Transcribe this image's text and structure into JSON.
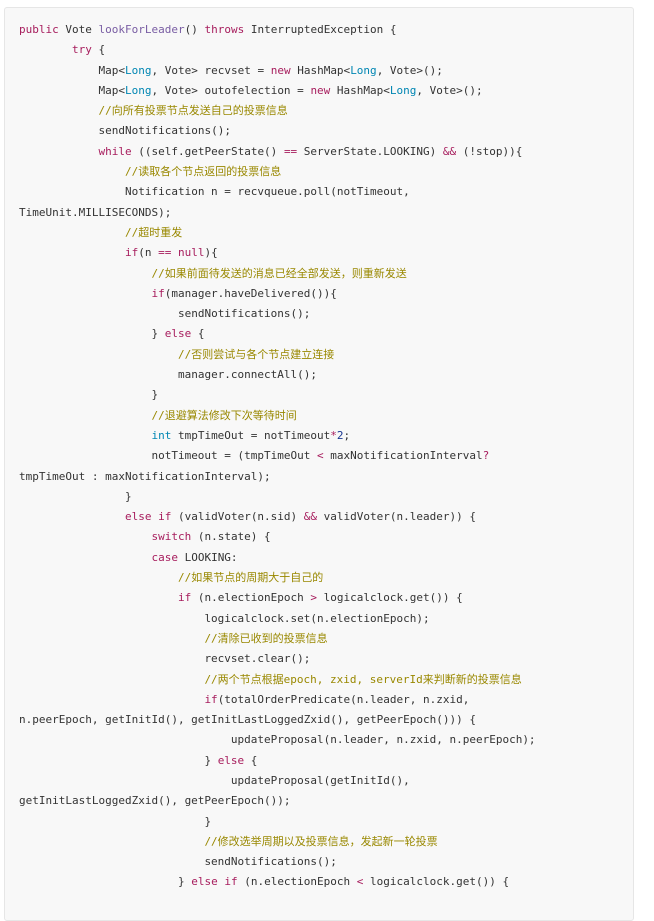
{
  "code": {
    "lines": [
      {
        "indent": 0,
        "segments": [
          {
            "c": "kw",
            "t": "public"
          },
          {
            "c": "t",
            "t": " Vote "
          },
          {
            "c": "fn",
            "t": "lookForLeader"
          },
          {
            "c": "t",
            "t": "() "
          },
          {
            "c": "kw",
            "t": "throws"
          },
          {
            "c": "t",
            "t": " InterruptedException {"
          }
        ]
      },
      {
        "indent": 8,
        "segments": [
          {
            "c": "kw",
            "t": "try"
          },
          {
            "c": "t",
            "t": " {"
          }
        ]
      },
      {
        "indent": 12,
        "segments": [
          {
            "c": "t",
            "t": "Map<"
          },
          {
            "c": "ty",
            "t": "Long"
          },
          {
            "c": "t",
            "t": ", Vote> recvset = "
          },
          {
            "c": "kw",
            "t": "new"
          },
          {
            "c": "t",
            "t": " HashMap<"
          },
          {
            "c": "ty",
            "t": "Long"
          },
          {
            "c": "t",
            "t": ", Vote>();"
          }
        ]
      },
      {
        "indent": 12,
        "segments": [
          {
            "c": "t",
            "t": "Map<"
          },
          {
            "c": "ty",
            "t": "Long"
          },
          {
            "c": "t",
            "t": ", Vote> outofelection = "
          },
          {
            "c": "kw",
            "t": "new"
          },
          {
            "c": "t",
            "t": " HashMap<"
          },
          {
            "c": "ty",
            "t": "Long"
          },
          {
            "c": "t",
            "t": ", Vote>();"
          }
        ]
      },
      {
        "indent": 12,
        "segments": [
          {
            "c": "cmt",
            "t": "//向所有投票节点发送自己的投票信息"
          }
        ]
      },
      {
        "indent": 12,
        "segments": [
          {
            "c": "t",
            "t": "sendNotifications();"
          }
        ]
      },
      {
        "indent": 12,
        "segments": [
          {
            "c": "kw",
            "t": "while"
          },
          {
            "c": "t",
            "t": " ((self.getPeerState() "
          },
          {
            "c": "op",
            "t": "=="
          },
          {
            "c": "t",
            "t": " ServerState.LOOKING) "
          },
          {
            "c": "op",
            "t": "&&"
          },
          {
            "c": "t",
            "t": " (!stop)){"
          }
        ]
      },
      {
        "indent": 16,
        "segments": [
          {
            "c": "cmt",
            "t": "//读取各个节点返回的投票信息"
          }
        ]
      },
      {
        "indent": 16,
        "segments": [
          {
            "c": "t",
            "t": "Notification n = recvqueue.poll(notTimeout,"
          }
        ]
      },
      {
        "indent": 0,
        "segments": [
          {
            "c": "t",
            "t": "TimeUnit.MILLISECONDS);"
          }
        ]
      },
      {
        "indent": 16,
        "segments": [
          {
            "c": "cmt",
            "t": "//超时重发"
          }
        ]
      },
      {
        "indent": 16,
        "segments": [
          {
            "c": "kw",
            "t": "if"
          },
          {
            "c": "t",
            "t": "(n "
          },
          {
            "c": "op",
            "t": "=="
          },
          {
            "c": "t",
            "t": " "
          },
          {
            "c": "kw",
            "t": "null"
          },
          {
            "c": "t",
            "t": "){"
          }
        ]
      },
      {
        "indent": 20,
        "segments": [
          {
            "c": "cmt",
            "t": "//如果前面待发送的消息已经全部发送，则重新发送"
          }
        ]
      },
      {
        "indent": 20,
        "segments": [
          {
            "c": "kw",
            "t": "if"
          },
          {
            "c": "t",
            "t": "(manager.haveDelivered()){"
          }
        ]
      },
      {
        "indent": 24,
        "segments": [
          {
            "c": "t",
            "t": "sendNotifications();"
          }
        ]
      },
      {
        "indent": 20,
        "segments": [
          {
            "c": "t",
            "t": "} "
          },
          {
            "c": "kw",
            "t": "else"
          },
          {
            "c": "t",
            "t": " {"
          }
        ]
      },
      {
        "indent": 24,
        "segments": [
          {
            "c": "cmt",
            "t": "//否则尝试与各个节点建立连接"
          }
        ]
      },
      {
        "indent": 24,
        "segments": [
          {
            "c": "t",
            "t": "manager.connectAll();"
          }
        ]
      },
      {
        "indent": 20,
        "segments": [
          {
            "c": "t",
            "t": "}"
          }
        ]
      },
      {
        "indent": 20,
        "segments": [
          {
            "c": "cmt",
            "t": "//退避算法修改下次等待时间"
          }
        ]
      },
      {
        "indent": 20,
        "segments": [
          {
            "c": "ty",
            "t": "int"
          },
          {
            "c": "t",
            "t": " tmpTimeOut = notTimeout"
          },
          {
            "c": "op",
            "t": "*"
          },
          {
            "c": "str",
            "t": "2"
          },
          {
            "c": "t",
            "t": ";"
          }
        ]
      },
      {
        "indent": 20,
        "segments": [
          {
            "c": "t",
            "t": "notTimeout = (tmpTimeOut "
          },
          {
            "c": "op",
            "t": "<"
          },
          {
            "c": "t",
            "t": " maxNotificationInterval"
          },
          {
            "c": "op",
            "t": "?"
          }
        ]
      },
      {
        "indent": 0,
        "segments": [
          {
            "c": "t",
            "t": "tmpTimeOut : maxNotificationInterval);"
          }
        ]
      },
      {
        "indent": 16,
        "segments": [
          {
            "c": "t",
            "t": "}"
          }
        ]
      },
      {
        "indent": 16,
        "segments": [
          {
            "c": "kw",
            "t": "else"
          },
          {
            "c": "t",
            "t": " "
          },
          {
            "c": "kw",
            "t": "if"
          },
          {
            "c": "t",
            "t": " (validVoter(n.sid) "
          },
          {
            "c": "op",
            "t": "&&"
          },
          {
            "c": "t",
            "t": " validVoter(n.leader)) {"
          }
        ]
      },
      {
        "indent": 20,
        "segments": [
          {
            "c": "kw",
            "t": "switch"
          },
          {
            "c": "t",
            "t": " (n.state) {"
          }
        ]
      },
      {
        "indent": 20,
        "segments": [
          {
            "c": "kw",
            "t": "case"
          },
          {
            "c": "t",
            "t": " LOOKING:"
          }
        ]
      },
      {
        "indent": 24,
        "segments": [
          {
            "c": "cmt",
            "t": "//如果节点的周期大于自己的"
          }
        ]
      },
      {
        "indent": 24,
        "segments": [
          {
            "c": "kw",
            "t": "if"
          },
          {
            "c": "t",
            "t": " (n.electionEpoch "
          },
          {
            "c": "op",
            "t": ">"
          },
          {
            "c": "t",
            "t": " logicalclock.get()) {"
          }
        ]
      },
      {
        "indent": 28,
        "segments": [
          {
            "c": "t",
            "t": "logicalclock.set(n.electionEpoch);"
          }
        ]
      },
      {
        "indent": 28,
        "segments": [
          {
            "c": "cmt",
            "t": "//清除已收到的投票信息"
          }
        ]
      },
      {
        "indent": 28,
        "segments": [
          {
            "c": "t",
            "t": "recvset.clear();"
          }
        ]
      },
      {
        "indent": 28,
        "segments": [
          {
            "c": "cmt",
            "t": "//两个节点根据epoch, zxid, serverId来判断新的投票信息"
          }
        ]
      },
      {
        "indent": 28,
        "segments": [
          {
            "c": "kw",
            "t": "if"
          },
          {
            "c": "t",
            "t": "(totalOrderPredicate(n.leader, n.zxid,"
          }
        ]
      },
      {
        "indent": 0,
        "segments": [
          {
            "c": "t",
            "t": "n.peerEpoch, getInitId(), getInitLastLoggedZxid(), getPeerEpoch())) {"
          }
        ]
      },
      {
        "indent": 32,
        "segments": [
          {
            "c": "t",
            "t": "updateProposal(n.leader, n.zxid, n.peerEpoch);"
          }
        ]
      },
      {
        "indent": 28,
        "segments": [
          {
            "c": "t",
            "t": "} "
          },
          {
            "c": "kw",
            "t": "else"
          },
          {
            "c": "t",
            "t": " {"
          }
        ]
      },
      {
        "indent": 32,
        "segments": [
          {
            "c": "t",
            "t": "updateProposal(getInitId(),"
          }
        ]
      },
      {
        "indent": 0,
        "segments": [
          {
            "c": "t",
            "t": "getInitLastLoggedZxid(), getPeerEpoch());"
          }
        ]
      },
      {
        "indent": 28,
        "segments": [
          {
            "c": "t",
            "t": "}"
          }
        ]
      },
      {
        "indent": 28,
        "segments": [
          {
            "c": "cmt",
            "t": "//修改选举周期以及投票信息，发起新一轮投票"
          }
        ]
      },
      {
        "indent": 28,
        "segments": [
          {
            "c": "t",
            "t": "sendNotifications();"
          }
        ]
      },
      {
        "indent": 24,
        "segments": [
          {
            "c": "t",
            "t": "} "
          },
          {
            "c": "kw",
            "t": "else"
          },
          {
            "c": "t",
            "t": " "
          },
          {
            "c": "kw",
            "t": "if"
          },
          {
            "c": "t",
            "t": " (n.electionEpoch "
          },
          {
            "c": "op",
            "t": "<"
          },
          {
            "c": "t",
            "t": " logicalclock.get()) {"
          }
        ]
      }
    ]
  }
}
